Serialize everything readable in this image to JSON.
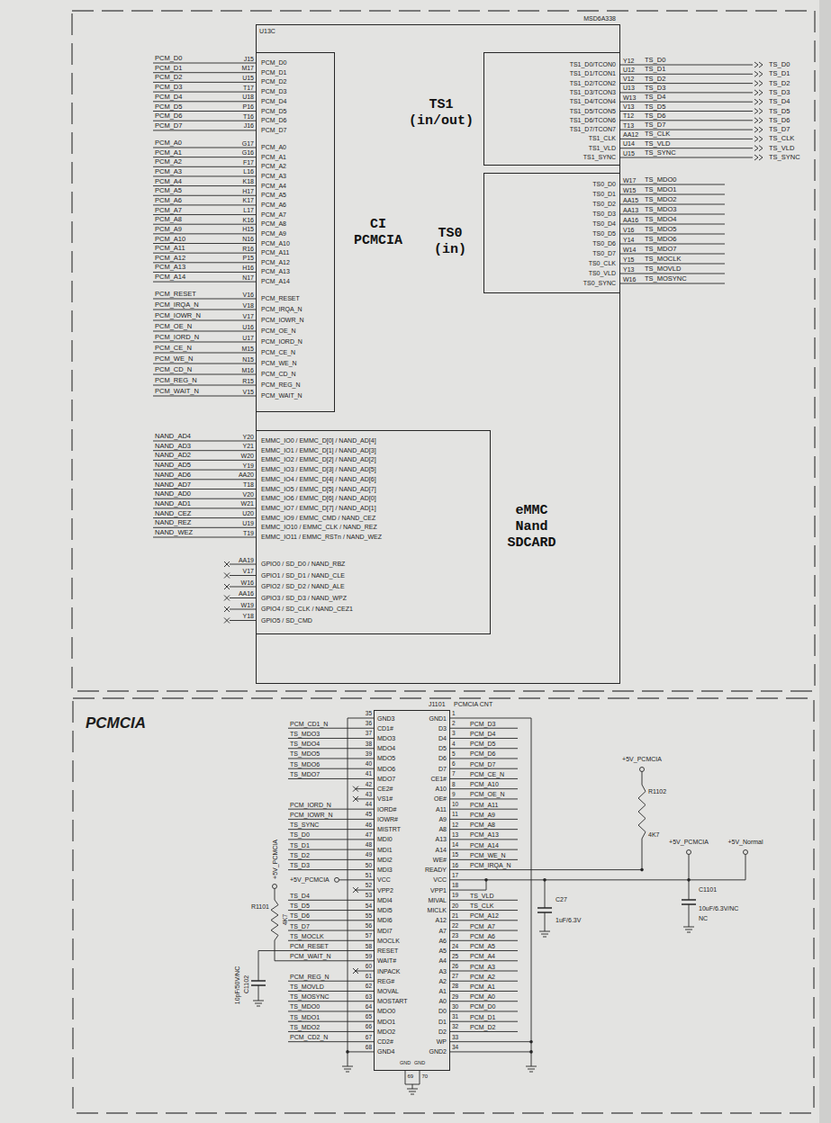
{
  "diagram": {
    "nodes": [
      {
        "text": [
          "U13C",
          "MSD6A338"
        ]
      },
      {
        "text": [
          "CI PCMCIA"
        ],
        "in": 0
      },
      {
        "text": [
          "TS1 (in/out)"
        ],
        "in": 0
      },
      {
        "text": [
          "TS0 (in)"
        ],
        "in": 0
      },
      {
        "text": [
          "eMMC Nand SDCARD"
        ],
        "in": 0
      },
      {
        "text": [
          "PCMCIA"
        ]
      },
      {
        "text": [
          "J1101",
          "PCMCIA CNT"
        ],
        "in": 5
      }
    ],
    "labels": [
      "PCM_D0",
      "J15",
      "PCM_D0",
      "PCM_D1",
      "M17",
      "PCM_D1",
      "PCM_D2",
      "U15",
      "PCM_D2",
      "PCM_D3",
      "T17",
      "PCM_D3",
      "PCM_D4",
      "U18",
      "PCM_D4",
      "PCM_D5",
      "P16",
      "PCM_D5",
      "PCM_D6",
      "T16",
      "PCM_D6",
      "PCM_D7",
      "J16",
      "PCM_D7",
      "PCM_A0",
      "G17",
      "PCM_A0",
      "PCM_A1",
      "G16",
      "PCM_A1",
      "PCM_A2",
      "F17",
      "PCM_A2",
      "PCM_A3",
      "L16",
      "PCM_A3",
      "PCM_A4",
      "K18",
      "PCM_A4",
      "PCM_A5",
      "H17",
      "PCM_A5",
      "PCM_A6",
      "K17",
      "PCM_A6",
      "PCM_A7",
      "L17",
      "PCM_A7",
      "PCM_A8",
      "K16",
      "PCM_A8",
      "PCM_A9",
      "H15",
      "PCM_A9",
      "PCM_A10",
      "N16",
      "PCM_A10",
      "PCM_A11",
      "R16",
      "PCM_A11",
      "PCM_A12",
      "P15",
      "PCM_A12",
      "PCM_A13",
      "H16",
      "PCM_A13",
      "PCM_A14",
      "N17",
      "PCM_A14",
      "PCM_RESET",
      "V16",
      "PCM_RESET",
      "PCM_IRQA_N",
      "V18",
      "PCM_IRQA_N",
      "PCM_IOWR_N",
      "V17",
      "PCM_IOWR_N",
      "PCM_OE_N",
      "U16",
      "PCM_OE_N",
      "PCM_IORD_N",
      "U17",
      "PCM_IORD_N",
      "PCM_CE_N",
      "M15",
      "PCM_CE_N",
      "PCM_WE_N",
      "N15",
      "PCM_WE_N",
      "PCM_CD_N",
      "M16",
      "PCM_CD_N",
      "PCM_REG_N",
      "R15",
      "PCM_REG_N",
      "PCM_WAIT_N",
      "V15",
      "PCM_WAIT_N",
      "NAND_AD4",
      "Y20",
      "EMMC_IO0 / EMMC_D[0] / NAND_AD[4]",
      "NAND_AD3",
      "Y21",
      "EMMC_IO1 / EMMC_D[1] / NAND_AD[3]",
      "NAND_AD2",
      "W20",
      "EMMC_IO2 / EMMC_D[2] / NAND_AD[2]",
      "NAND_AD5",
      "Y19",
      "EMMC_IO3 / EMMC_D[3] / NAND_AD[5]",
      "NAND_AD6",
      "AA20",
      "EMMC_IO4 / EMMC_D[4] / NAND_AD[6]",
      "NAND_AD7",
      "T18",
      "EMMC_IO5 / EMMC_D[5] / NAND_AD[7]",
      "NAND_AD0",
      "V20",
      "EMMC_IO6 / EMMC_D[6] / NAND_AD[0]",
      "NAND_AD1",
      "W21",
      "EMMC_IO7 / EMMC_D[7] / NAND_AD[1]",
      "NAND_CEZ",
      "U20",
      "EMMC_IO9 / EMMC_CMD / NAND_CEZ",
      "NAND_REZ",
      "U19",
      "EMMC_IO10 / EMMC_CLK / NAND_REZ",
      "NAND_WEZ",
      "T19",
      "EMMC_IO11 / EMMC_RSTn / NAND_WEZ",
      "AA19",
      "GPIO0 / SD_D0 / NAND_RBZ",
      "V17",
      "GPIO1 / SD_D1 / NAND_CLE",
      "W16",
      "GPIO2 / SD_D2 / NAND_ALE",
      "AA16",
      "GPIO3 / SD_D3 / NAND_WPZ",
      "W19",
      "GPIO4 / SD_CLK / NAND_CEZ1",
      "Y18",
      "GPIO5 / SD_CMD",
      "TS1_D0/TCON0",
      "Y12",
      "TS_D0",
      "TS_D0",
      "TS1_D1/TCON1",
      "U12",
      "TS_D1",
      "TS_D1",
      "TS1_D2/TCON2",
      "V12",
      "TS_D2",
      "TS_D2",
      "TS1_D3/TCON3",
      "U13",
      "TS_D3",
      "TS_D3",
      "TS1_D4/TCON4",
      "W13",
      "TS_D4",
      "TS_D4",
      "TS1_D5/TCON5",
      "V13",
      "TS_D5",
      "TS_D5",
      "TS1_D6/TCON6",
      "T12",
      "TS_D6",
      "TS_D6",
      "TS1_D7/TCON7",
      "T13",
      "TS_D7",
      "TS_D7",
      "TS1_CLK",
      "AA12",
      "TS_CLK",
      "TS_CLK",
      "TS1_VLD",
      "U14",
      "TS_VLD",
      "TS_VLD",
      "TS1_SYNC",
      "U15",
      "TS_SYNC",
      "TS_SYNC",
      "TS0_D0",
      "W17",
      "TS_MDO0",
      "TS0_D1",
      "W15",
      "TS_MDO1",
      "TS0_D2",
      "AA15",
      "TS_MDO2",
      "TS0_D3",
      "AA13",
      "TS_MDO3",
      "TS0_D4",
      "AA16",
      "TS_MDO4",
      "TS0_D5",
      "V16",
      "TS_MDO5",
      "TS0_D6",
      "Y14",
      "TS_MDO6",
      "TS0_D7",
      "W14",
      "TS_MDO7",
      "TS0_CLK",
      "Y15",
      "TS_MOCLK",
      "TS0_VLD",
      "Y13",
      "TS_MOVLD",
      "TS0_SYNC",
      "W16",
      "TS_MOSYNC",
      "35",
      "GND3",
      "36",
      "CD1#",
      "PCM_CD1_N",
      "37",
      "MDO3",
      "TS_MDO3",
      "38",
      "MDO4",
      "TS_MDO4",
      "39",
      "MDO5",
      "TS_MDO5",
      "40",
      "MDO6",
      "TS_MDO6",
      "41",
      "MDO7",
      "TS_MDO7",
      "42",
      "CE2#",
      "43",
      "VS1#",
      "44",
      "IORD#",
      "PCM_IORD_N",
      "45",
      "IOWR#",
      "PCM_IOWR_N",
      "46",
      "MISTRT",
      "TS_SYNC",
      "47",
      "MDI0",
      "TS_D0",
      "48",
      "MDI1",
      "TS_D1",
      "49",
      "MDI2",
      "TS_D2",
      "50",
      "MDI3",
      "TS_D3",
      "51",
      "VCC",
      "+5V_PCMCIA",
      "52",
      "VPP2",
      "53",
      "MDI4",
      "TS_D4",
      "54",
      "MDI5",
      "TS_D5",
      "55",
      "MDI6",
      "TS_D6",
      "56",
      "MDI7",
      "TS_D7",
      "57",
      "MOCLK",
      "TS_MOCLK",
      "58",
      "RESET",
      "PCM_RESET",
      "59",
      "WAIT#",
      "PCM_WAIT_N",
      "60",
      "INPACK",
      "61",
      "REG#",
      "PCM_REG_N",
      "62",
      "MOVAL",
      "TS_MOVLD",
      "63",
      "MOSTART",
      "TS_MOSYNC",
      "64",
      "MDO0",
      "TS_MDO0",
      "65",
      "MDO1",
      "TS_MDO1",
      "66",
      "MDO2",
      "TS_MDO2",
      "67",
      "CD2#",
      "PCM_CD2_N",
      "68",
      "GND4",
      "1",
      "GND1",
      "2",
      "D3",
      "PCM_D3",
      "3",
      "D4",
      "PCM_D4",
      "4",
      "D5",
      "PCM_D5",
      "5",
      "D6",
      "PCM_D6",
      "6",
      "D7",
      "PCM_D7",
      "7",
      "CE1#",
      "PCM_CE_N",
      "8",
      "A10",
      "PCM_A10",
      "9",
      "OE#",
      "PCM_OE_N",
      "10",
      "A11",
      "PCM_A11",
      "11",
      "A9",
      "PCM_A9",
      "12",
      "A8",
      "PCM_A8",
      "13",
      "A13",
      "PCM_A13",
      "14",
      "A14",
      "PCM_A14",
      "15",
      "WE#",
      "PCM_WE_N",
      "16",
      "READY",
      "PCM_IRQA_N",
      "17",
      "VCC",
      "18",
      "VPP1",
      "19",
      "MIVAL",
      "TS_VLD",
      "20",
      "MICLK",
      "TS_CLK",
      "21",
      "A12",
      "PCM_A12",
      "22",
      "A7",
      "PCM_A7",
      "23",
      "A6",
      "PCM_A6",
      "24",
      "A5",
      "PCM_A5",
      "25",
      "A4",
      "PCM_A4",
      "26",
      "A3",
      "PCM_A3",
      "27",
      "A2",
      "PCM_A2",
      "28",
      "A1",
      "PCM_A1",
      "29",
      "A0",
      "PCM_A0",
      "30",
      "D0",
      "PCM_D0",
      "31",
      "D1",
      "PCM_D1",
      "32",
      "D2",
      "PCM_D2",
      "33",
      "WP",
      "34",
      "GND2",
      "GND",
      "GND",
      "69",
      "70",
      "+5V_PCMCIA",
      "R1102",
      "4K7",
      "+5V_PCMCIA",
      "+5V_Normal",
      "C27",
      "1uF/6.3V",
      "C1101",
      "10uF/6.3V/NC",
      "NC",
      "+5V_PCMCIA",
      "R1101",
      "4K7",
      "C1102",
      "10pF/50V/NC"
    ]
  }
}
